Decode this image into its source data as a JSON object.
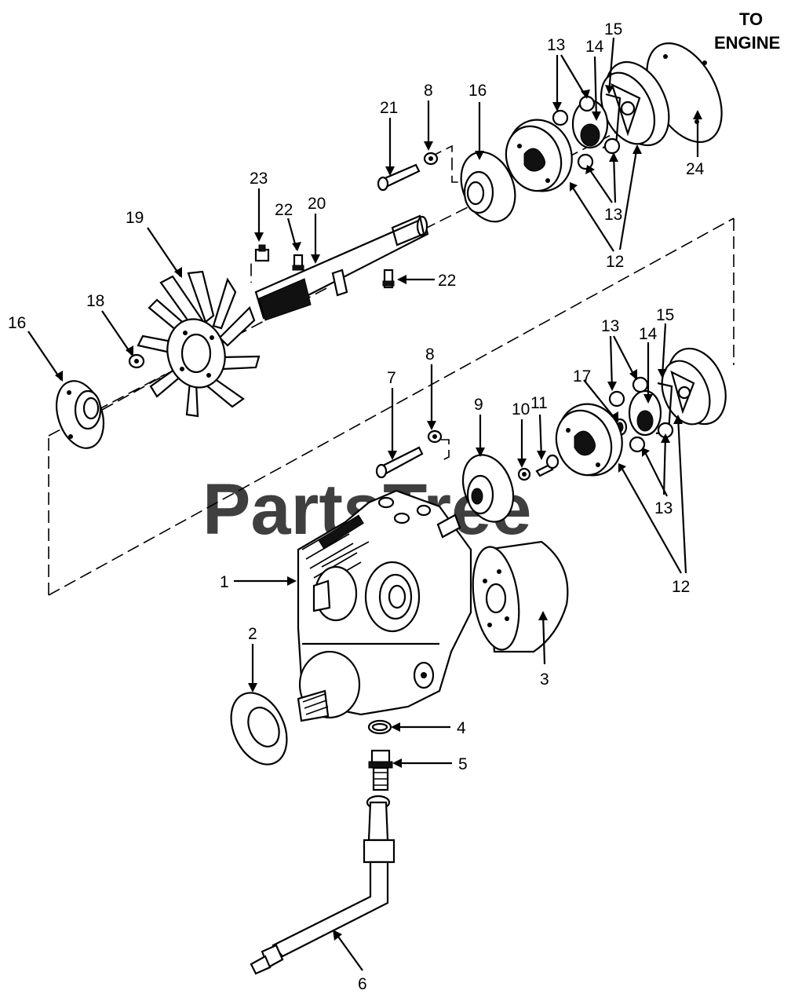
{
  "header": {
    "to_engine_line1": "TO",
    "to_engine_line2": "ENGINE"
  },
  "watermark": "PartsTree",
  "callouts": {
    "p1": "1",
    "p2": "2",
    "p3": "3",
    "p4": "4",
    "p5": "5",
    "p6": "6",
    "p7": "7",
    "p8_upper": "8",
    "p8_lower": "8",
    "p9": "9",
    "p10": "10",
    "p11": "11",
    "p12_upper": "12",
    "p12_lower": "12",
    "p13_a": "13",
    "p13_b": "13",
    "p13_c": "13",
    "p13_d": "13",
    "p14_upper": "14",
    "p14_lower": "14",
    "p15_upper": "15",
    "p15_lower": "15",
    "p16_upper": "16",
    "p16_left": "16",
    "p17": "17",
    "p18": "18",
    "p19": "19",
    "p20": "20",
    "p21": "21",
    "p22_top": "22",
    "p22_right": "22",
    "p23": "23",
    "p24": "24"
  }
}
